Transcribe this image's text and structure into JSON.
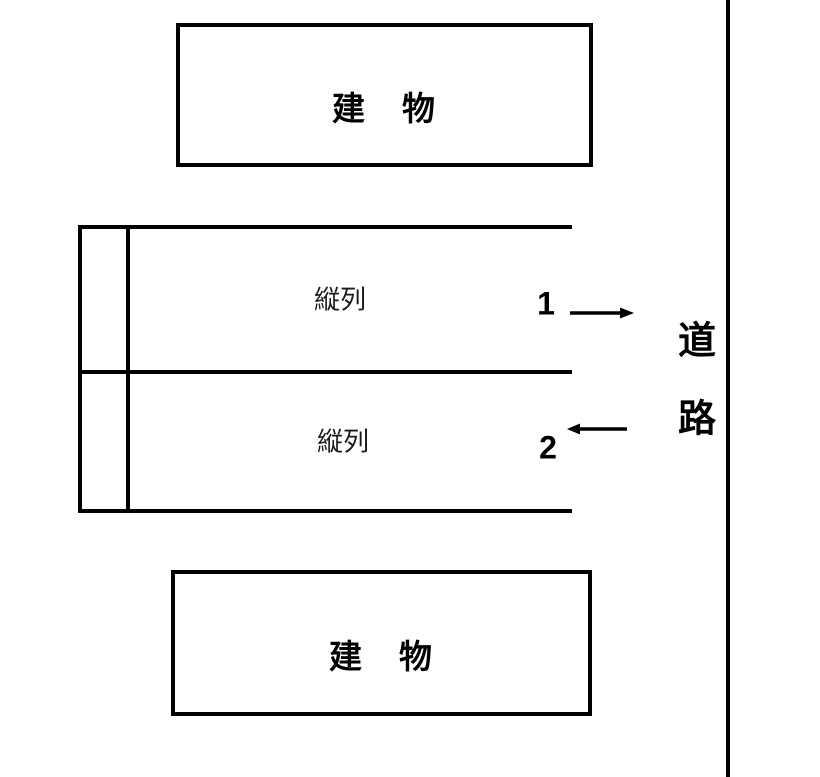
{
  "diagram": {
    "type": "parking-layout-diagram",
    "colors": {
      "background": "#ffffff",
      "line": "#000000",
      "text": "#000000"
    },
    "buildings": {
      "top": {
        "label": "建　物"
      },
      "bottom": {
        "label": "建　物"
      }
    },
    "parking": {
      "lanes": [
        {
          "label": "縦列",
          "number": "1",
          "arrow_direction": "right"
        },
        {
          "label": "縦列",
          "number": "2",
          "arrow_direction": "left"
        }
      ]
    },
    "road": {
      "chars": [
        "道",
        "路"
      ]
    }
  }
}
